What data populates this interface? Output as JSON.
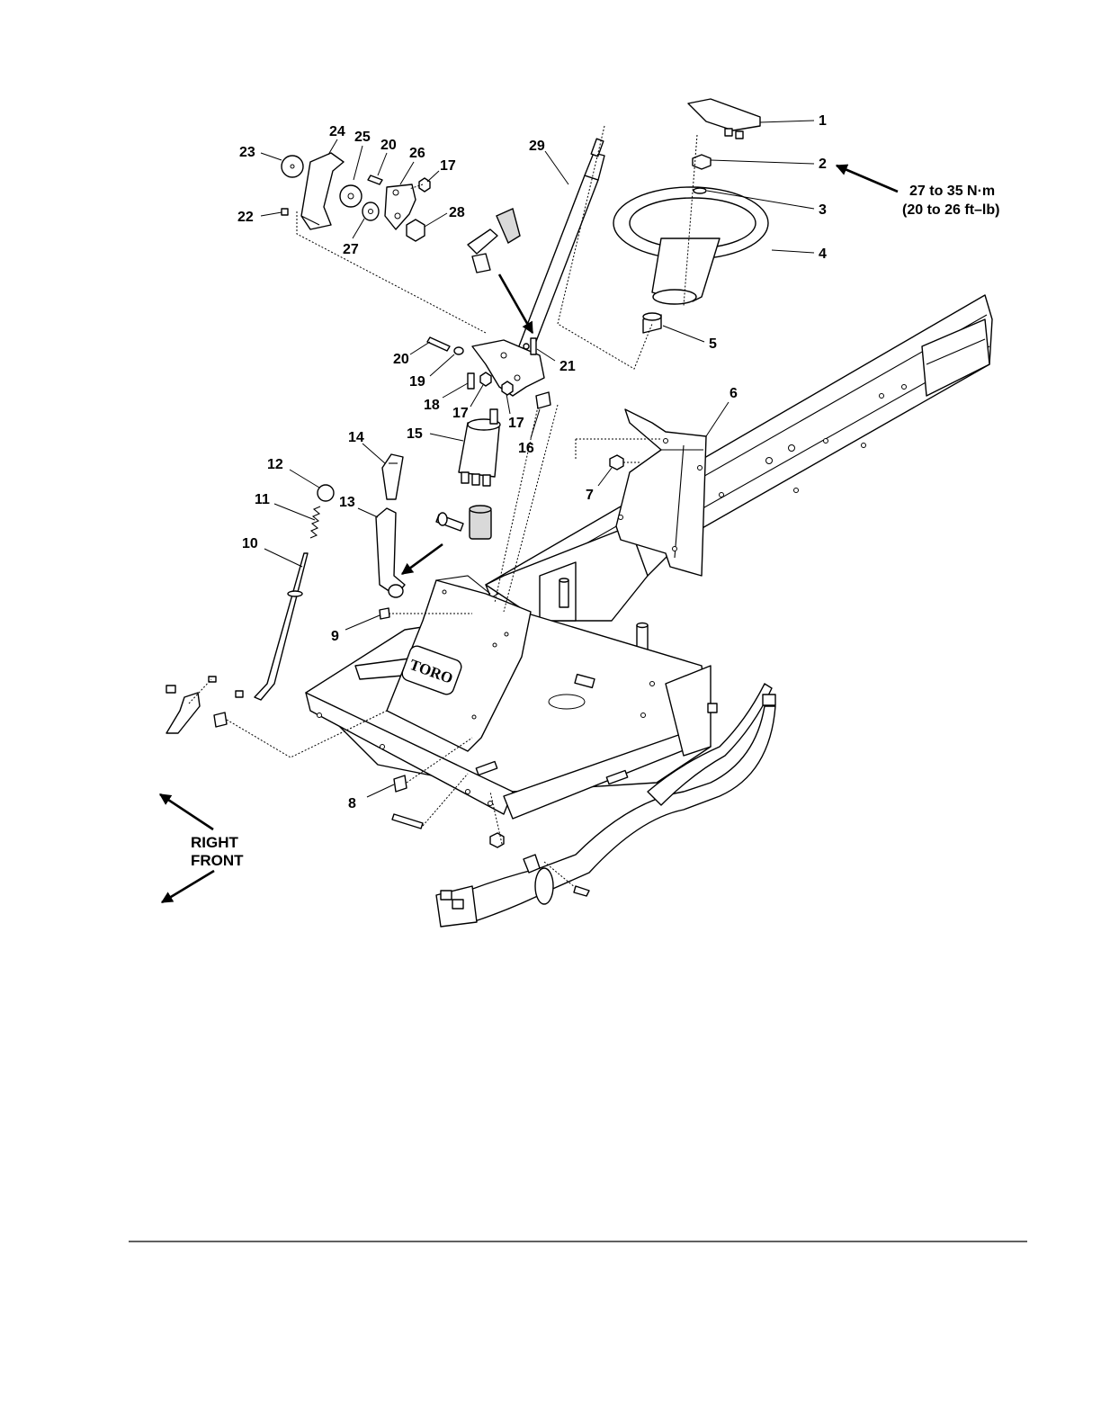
{
  "callouts": [
    {
      "id": "c1",
      "text": "1"
    },
    {
      "id": "c2",
      "text": "2"
    },
    {
      "id": "c3",
      "text": "3"
    },
    {
      "id": "c4",
      "text": "4"
    },
    {
      "id": "c5",
      "text": "5"
    },
    {
      "id": "c6",
      "text": "6"
    },
    {
      "id": "c7",
      "text": "7"
    },
    {
      "id": "c8",
      "text": "8"
    },
    {
      "id": "c9",
      "text": "9"
    },
    {
      "id": "c10",
      "text": "10"
    },
    {
      "id": "c11",
      "text": "11"
    },
    {
      "id": "c12",
      "text": "12"
    },
    {
      "id": "c13",
      "text": "13"
    },
    {
      "id": "c14",
      "text": "14"
    },
    {
      "id": "c15",
      "text": "15"
    },
    {
      "id": "c16",
      "text": "16"
    },
    {
      "id": "c17a",
      "text": "17"
    },
    {
      "id": "c17b",
      "text": "17"
    },
    {
      "id": "c17c",
      "text": "17"
    },
    {
      "id": "c18",
      "text": "18"
    },
    {
      "id": "c19",
      "text": "19"
    },
    {
      "id": "c20a",
      "text": "20"
    },
    {
      "id": "c20b",
      "text": "20"
    },
    {
      "id": "c21",
      "text": "21"
    },
    {
      "id": "c22",
      "text": "22"
    },
    {
      "id": "c23",
      "text": "23"
    },
    {
      "id": "c24",
      "text": "24"
    },
    {
      "id": "c25",
      "text": "25"
    },
    {
      "id": "c26",
      "text": "26"
    },
    {
      "id": "c27",
      "text": "27"
    },
    {
      "id": "c28",
      "text": "28"
    },
    {
      "id": "c29",
      "text": "29"
    }
  ],
  "torque_note": {
    "line1": "27 to 35 N·m",
    "line2": "(20 to 26 ft–lb)"
  },
  "direction": {
    "line1": "RIGHT",
    "line2": "FRONT"
  },
  "logo_text": "TORO"
}
